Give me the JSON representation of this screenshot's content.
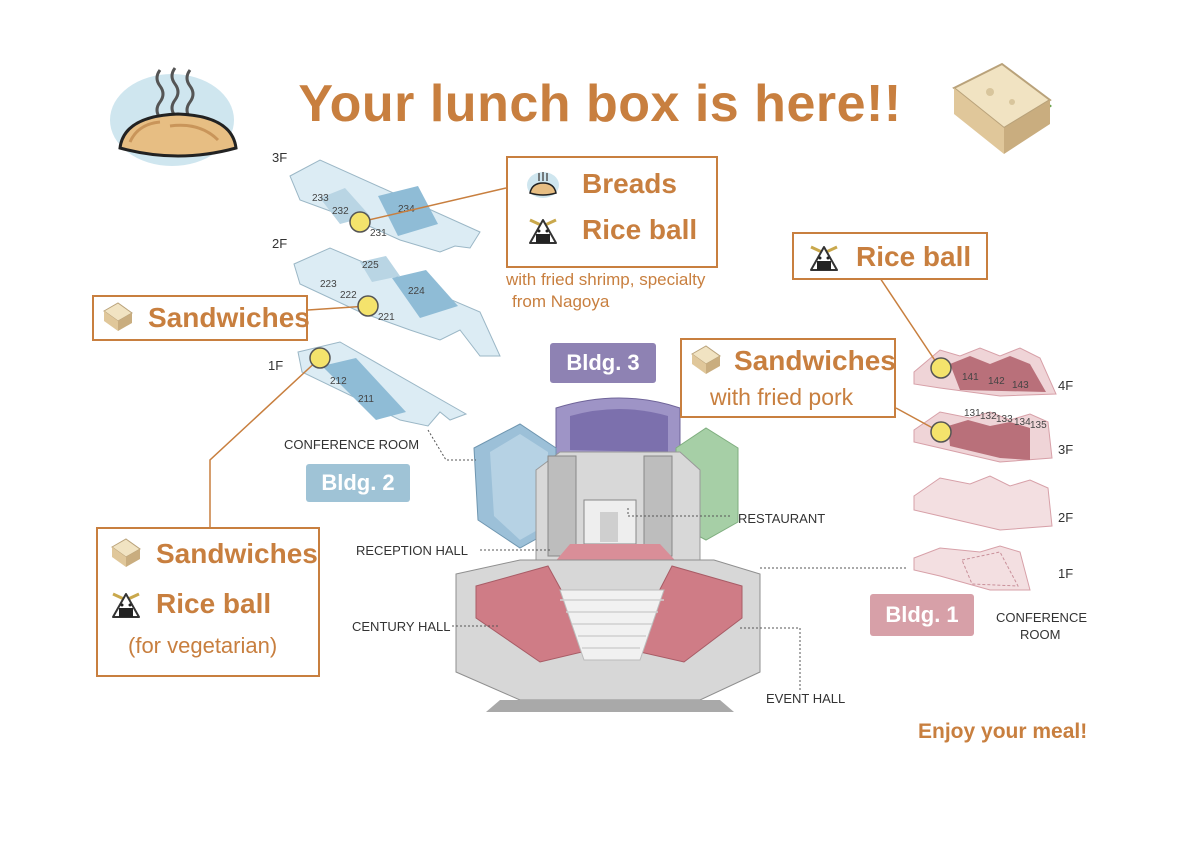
{
  "title": "Your lunch box is here!!",
  "footer": "Enjoy your meal!",
  "buildings": {
    "bldg1": "Bldg. 1",
    "bldg2": "Bldg. 2",
    "bldg3": "Bldg. 3"
  },
  "floors": {
    "f1": "1F",
    "f2": "2F",
    "f3": "3F",
    "f4": "4F"
  },
  "captions": {
    "conference_room_2": "CONFERENCE ROOM",
    "conference_room_1a": "CONFERENCE",
    "conference_room_1b": "ROOM",
    "restaurant": "RESTAURANT",
    "reception_hall": "RECEPTION HALL",
    "century_hall": "CENTURY HALL",
    "event_hall": "EVENT HALL"
  },
  "rooms": {
    "bldg2_3f": [
      "233",
      "232",
      "231",
      "234"
    ],
    "bldg2_2f": [
      "225",
      "223",
      "222",
      "221",
      "224"
    ],
    "bldg2_1f": [
      "212",
      "211"
    ],
    "bldg1_4f": [
      "141",
      "142",
      "143"
    ],
    "bldg1_3f": [
      "131",
      "132",
      "133",
      "134",
      "135"
    ]
  },
  "callouts": {
    "bldg2_3f": {
      "line1": "Breads",
      "line2": "Rice ball",
      "note1": "with fried shrimp, specialty",
      "note2": "from Nagoya"
    },
    "bldg2_2f": {
      "line1": "Sandwiches"
    },
    "bldg2_1f": {
      "line1": "Sandwiches",
      "line2": "Rice ball",
      "note": "(for vegetarian)"
    },
    "bldg1_4f": {
      "line1": "Rice ball"
    },
    "bldg1_3f": {
      "line1": "Sandwiches",
      "line2": "with fried pork"
    }
  },
  "colors": {
    "accent": "#c87f3f",
    "bldg1": "#d7a0a8",
    "bldg2": "#9fc3d6",
    "bldg3": "#8e82b3",
    "marker": "#f4e36c"
  },
  "icons": [
    "bread-icon",
    "rice-ball-icon",
    "sandwich-icon"
  ]
}
